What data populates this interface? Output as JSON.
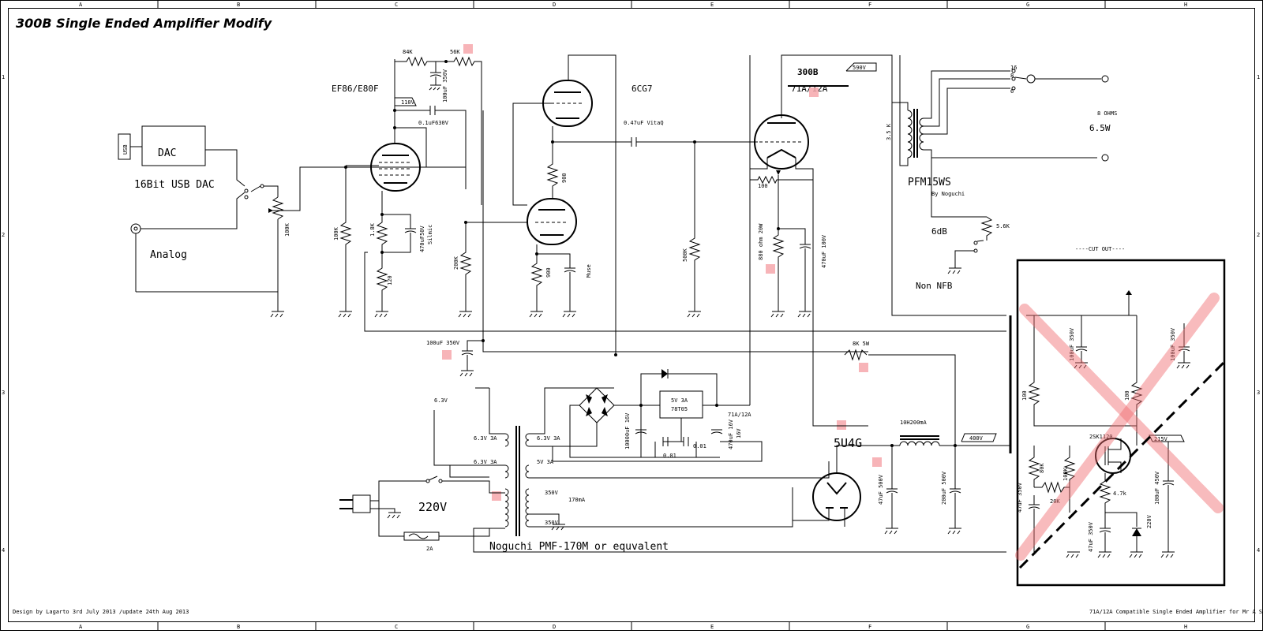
{
  "title": "300B Single Ended Amplifier Modify",
  "footer_left": "Design by Lagarto 3rd July 2013 /update 24th Aug 2013",
  "footer_right": "71A/12A Compatible Single Ended Amplifier for Mr A S",
  "grid_cols": [
    "A",
    "B",
    "C",
    "D",
    "E",
    "F",
    "G",
    "H"
  ],
  "grid_rows": [
    "1",
    "2",
    "3",
    "4"
  ],
  "input": {
    "usb": "USB",
    "dac": "DAC",
    "dac_desc": "16Bit USB DAC",
    "analog": "Analog",
    "pot": "100K"
  },
  "stage1": {
    "tube": "EF86/E80F",
    "r_plate1": "84K",
    "r_plate2": "56K",
    "cap_dec": "100uF 350V",
    "volt": "110V",
    "coupling": "0.1uF630V",
    "r_grid": "100K",
    "r_k1": "1.8K",
    "r_k2": "120",
    "c_k": "470uF50V",
    "c_k2": "Silmic",
    "r_g2": "200K"
  },
  "stage2": {
    "tube": "6CG7",
    "r_mid": "900",
    "r_k": "900",
    "c_k_note": "Muse",
    "coupling": "0.47uF VitaQ",
    "r_grid": "500K"
  },
  "output": {
    "tube": "300B",
    "tube_alt": "71A/12A",
    "volt": "590V",
    "r_hum": "100",
    "r_k": "880 ohm 20W",
    "c_k": "470uF 100V",
    "otp": "PFM15WS",
    "otp_maker": "By Noguchi",
    "ratio": "3.5 K",
    "taps": [
      "16",
      "8",
      "6"
    ],
    "load": "8 OHMS",
    "power": "6.5W",
    "r_fb": "5.6K",
    "nfb_on": "6dB",
    "nfb_off": "Non NFB"
  },
  "psu": {
    "c1": "100uF 350V",
    "r_drop": "8K 5W",
    "v_in": "6.3V",
    "h1": "6.3V 3A",
    "h2": "6.3V 3A",
    "h3": "6.3V 3A",
    "h4": "5V 3A",
    "hv1": "350V",
    "hv2": "350V",
    "current": "170mA",
    "mains": "220V",
    "fuse": "2A",
    "transformer": "Noguchi PMF-170M or equvalent",
    "reg": "5V 3A",
    "reg2": "78T05",
    "c_in": "10000uF 16V",
    "c_small1": "0.01",
    "c_small2": "0.01",
    "c_out": "470uF 16V",
    "v_out": "16V",
    "fil_note": "71A/12A",
    "rect": "5U4G",
    "choke": "10H200mA",
    "c_filter": "47uF 500V",
    "c_filter2": "200uF 500V",
    "v_b": "400V"
  },
  "cutout": {
    "label": "----CUT OUT----",
    "c1": "100uF 350V",
    "c2": "100uF 350V",
    "r1": "100",
    "r2": "100",
    "fet": "2SK1120",
    "volt": "215V",
    "r3": "80K",
    "r4": "100K",
    "r5": "20K",
    "r6": "4.7k",
    "c3": "47uF 350V",
    "c4": "47uF 350V",
    "c5": "100uF 450V",
    "zener": "220V"
  }
}
